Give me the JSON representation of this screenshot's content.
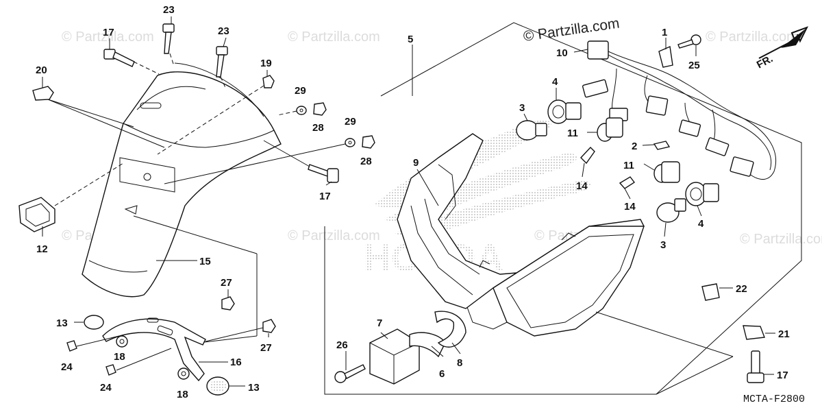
{
  "watermark": {
    "text": "© Partzilla.com",
    "primary_text": "© Partzilla.com"
  },
  "brand_logo_text": "HONDA",
  "direction_label": "FR.",
  "diagram_code": "MCTA-F2800",
  "callouts": [
    {
      "id": "c1",
      "label": "1"
    },
    {
      "id": "c2",
      "label": "2"
    },
    {
      "id": "c3a",
      "label": "3"
    },
    {
      "id": "c3b",
      "label": "3"
    },
    {
      "id": "c4a",
      "label": "4"
    },
    {
      "id": "c4b",
      "label": "4"
    },
    {
      "id": "c5",
      "label": "5"
    },
    {
      "id": "c6",
      "label": "6"
    },
    {
      "id": "c7",
      "label": "7"
    },
    {
      "id": "c8",
      "label": "8"
    },
    {
      "id": "c9",
      "label": "9"
    },
    {
      "id": "c10",
      "label": "10"
    },
    {
      "id": "c11a",
      "label": "11"
    },
    {
      "id": "c11b",
      "label": "11"
    },
    {
      "id": "c12",
      "label": "12"
    },
    {
      "id": "c13a",
      "label": "13"
    },
    {
      "id": "c13b",
      "label": "13"
    },
    {
      "id": "c14a",
      "label": "14"
    },
    {
      "id": "c14b",
      "label": "14"
    },
    {
      "id": "c15",
      "label": "15"
    },
    {
      "id": "c16",
      "label": "16"
    },
    {
      "id": "c17a",
      "label": "17"
    },
    {
      "id": "c17b",
      "label": "17"
    },
    {
      "id": "c17c",
      "label": "17"
    },
    {
      "id": "c18a",
      "label": "18"
    },
    {
      "id": "c18b",
      "label": "18"
    },
    {
      "id": "c19",
      "label": "19"
    },
    {
      "id": "c20",
      "label": "20"
    },
    {
      "id": "c21",
      "label": "21"
    },
    {
      "id": "c22",
      "label": "22"
    },
    {
      "id": "c23a",
      "label": "23"
    },
    {
      "id": "c23b",
      "label": "23"
    },
    {
      "id": "c24a",
      "label": "24"
    },
    {
      "id": "c24b",
      "label": "24"
    },
    {
      "id": "c25",
      "label": "25"
    },
    {
      "id": "c26",
      "label": "26"
    },
    {
      "id": "c27a",
      "label": "27"
    },
    {
      "id": "c27b",
      "label": "27"
    },
    {
      "id": "c28a",
      "label": "28"
    },
    {
      "id": "c28b",
      "label": "28"
    },
    {
      "id": "c29a",
      "label": "29"
    },
    {
      "id": "c29b",
      "label": "29"
    }
  ],
  "colors": {
    "line": "#111111",
    "watermark": "#dcdcdc",
    "background": "#ffffff"
  }
}
